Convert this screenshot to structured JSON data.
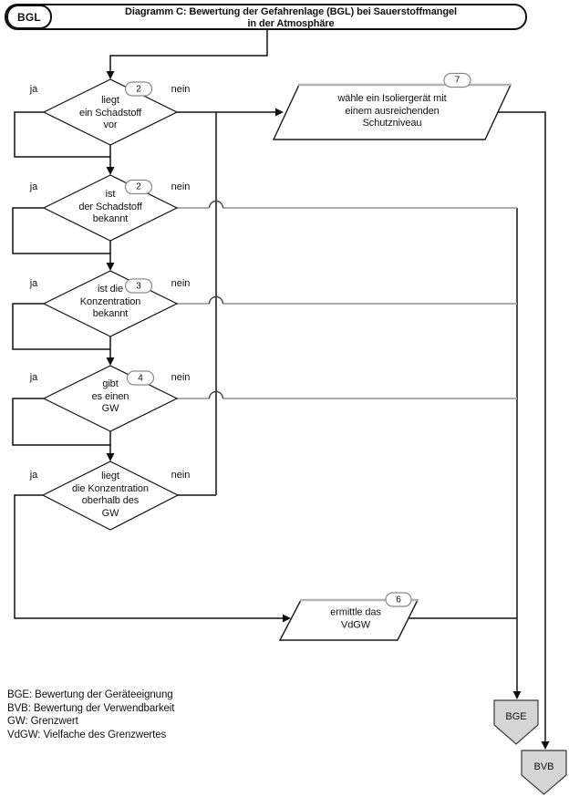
{
  "header": {
    "tag": "BGL",
    "title": {
      "line1": "Diagramm C: Bewertung der Gefahrenlage (BGL) bei Sauerstoffmangel",
      "line2": "in der Atmosphäre"
    }
  },
  "branch_labels": {
    "yes": "ja",
    "no": "nein"
  },
  "decisions": [
    {
      "badge": "2",
      "lines": [
        "liegt",
        "ein Schadstoff",
        "vor"
      ]
    },
    {
      "badge": "2",
      "lines": [
        "ist",
        "der Schadstoff",
        "bekannt"
      ]
    },
    {
      "badge": "3",
      "lines": [
        "ist die",
        "Konzentration",
        "bekannt"
      ]
    },
    {
      "badge": "4",
      "lines": [
        "gibt",
        "es einen",
        "GW"
      ]
    },
    {
      "badge": "",
      "lines": [
        "liegt",
        "die Konzentration",
        "oberhalb des",
        "GW"
      ]
    }
  ],
  "processes": [
    {
      "badge": "7",
      "lines": [
        "wähle ein Isoliergerät mit",
        "einem ausreichenden",
        "Schutzniveau"
      ]
    },
    {
      "badge": "6",
      "lines": [
        "ermittle das",
        "VdGW"
      ]
    }
  ],
  "terminals": [
    {
      "label": "BGE"
    },
    {
      "label": "BVB"
    }
  ],
  "legend": {
    "lines": [
      "BGE: Bewertung der Geräteeignung",
      "BVB: Bewertung der Verwendbarkeit",
      "GW: Grenzwert",
      "VdGW: Vielfache des Grenzwertes"
    ]
  },
  "colors": {
    "line": "#111111",
    "crossover_line": "#a0a0a0",
    "terminal_fill": "#d5d5d5"
  }
}
